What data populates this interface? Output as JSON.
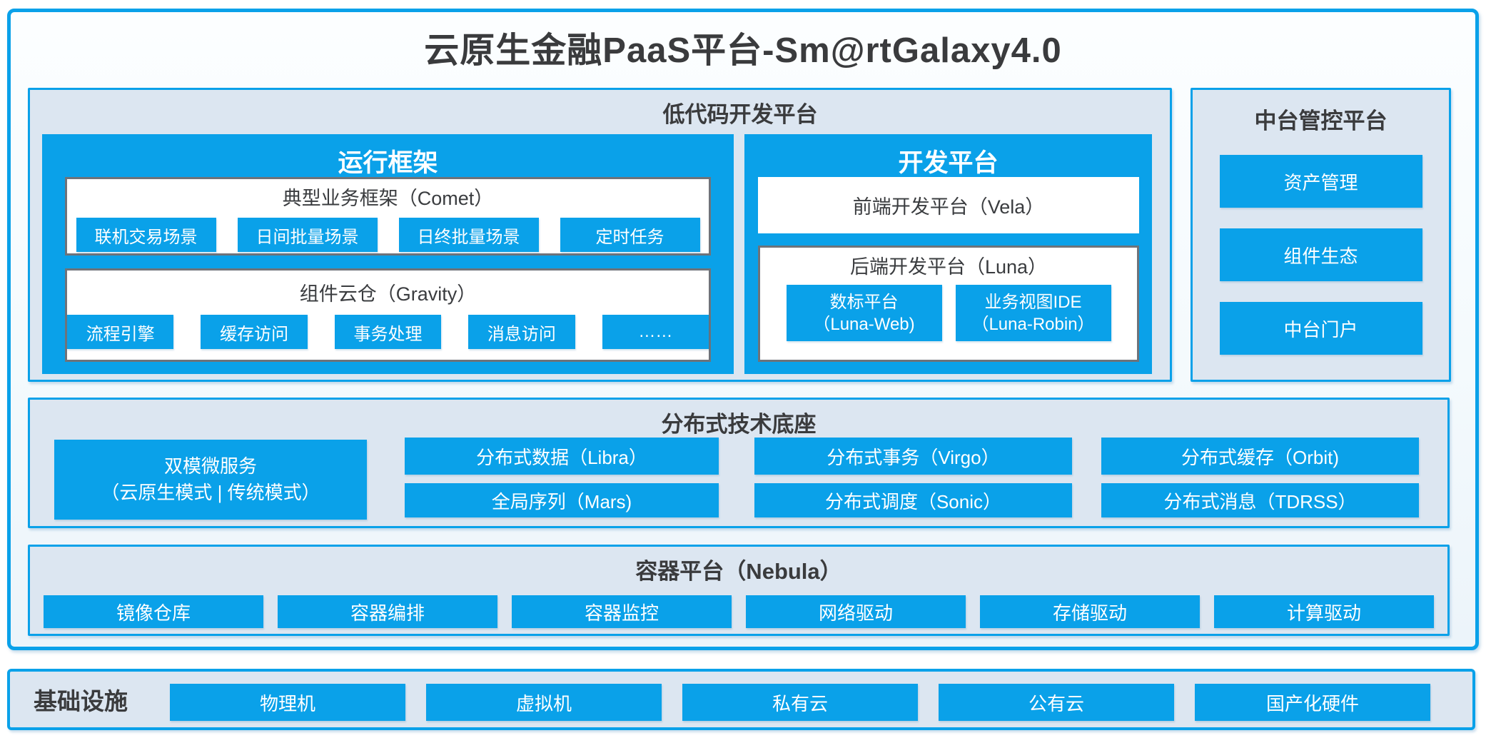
{
  "colors": {
    "accent_blue": "#0aa1e9",
    "panel_bg": "#dce6f1",
    "gray_border": "#6e737a",
    "dark_text": "#3a3b3d"
  },
  "header": {
    "title": "云原生金融PaaS平台-Sm@rtGalaxy4.0"
  },
  "lowcode": {
    "label": "低代码开发平台",
    "runtime": {
      "label": "运行框架",
      "comet": {
        "label": "典型业务框架（Comet）",
        "chips": [
          "联机交易场景",
          "日间批量场景",
          "日终批量场景",
          "定时任务"
        ]
      },
      "gravity": {
        "label": "组件云仓（Gravity）",
        "chips": [
          "流程引擎",
          "缓存访问",
          "事务处理",
          "消息访问",
          "……"
        ]
      }
    },
    "dev": {
      "label": "开发平台",
      "vela_label": "前端开发平台（Vela）",
      "luna": {
        "label": "后端开发平台（Luna）",
        "chips": [
          {
            "line1": "数标平台",
            "line2": "（Luna-Web)"
          },
          {
            "line1": "业务视图IDE",
            "line2": "（Luna-Robin）"
          }
        ]
      }
    }
  },
  "midplatform": {
    "label": "中台管控平台",
    "items": [
      "资产管理",
      "组件生态",
      "中台门户"
    ]
  },
  "distributed": {
    "label": "分布式技术底座",
    "dual_mode": {
      "line1": "双模微服务",
      "line2": "（云原生模式 | 传统模式）"
    },
    "row1": [
      "分布式数据（Libra）",
      "分布式事务（Virgo）",
      "分布式缓存（Orbit)"
    ],
    "row2": [
      "全局序列（Mars)",
      "分布式调度（Sonic）",
      "分布式消息（TDRSS）"
    ]
  },
  "container_platform": {
    "label": "容器平台（Nebula）",
    "items": [
      "镜像仓库",
      "容器编排",
      "容器监控",
      "网络驱动",
      "存储驱动",
      "计算驱动"
    ]
  },
  "infrastructure": {
    "label": "基础设施",
    "items": [
      "物理机",
      "虚拟机",
      "私有云",
      "公有云",
      "国产化硬件"
    ]
  }
}
